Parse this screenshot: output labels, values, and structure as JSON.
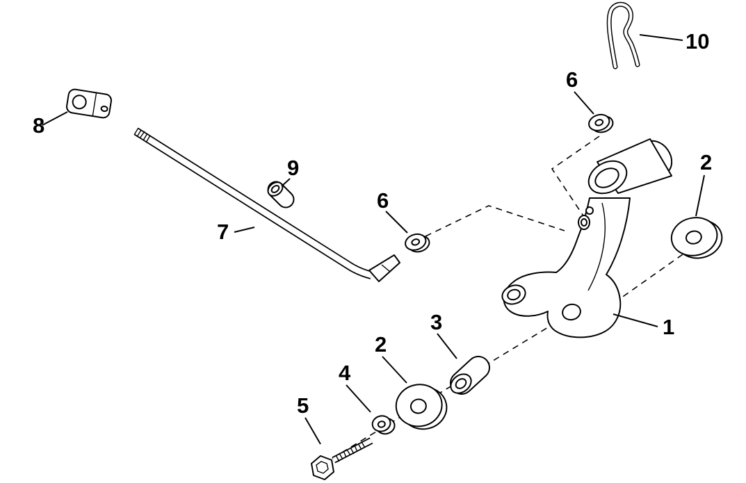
{
  "diagram": {
    "background_color": "#ffffff",
    "line_color": "#000000",
    "callouts": [
      {
        "id": "callout-10",
        "label": "10"
      },
      {
        "id": "callout-6-top",
        "label": "6"
      },
      {
        "id": "callout-2-right",
        "label": "2"
      },
      {
        "id": "callout-8",
        "label": "8"
      },
      {
        "id": "callout-9",
        "label": "9"
      },
      {
        "id": "callout-7",
        "label": "7"
      },
      {
        "id": "callout-6-mid",
        "label": "6"
      },
      {
        "id": "callout-1",
        "label": "1"
      },
      {
        "id": "callout-3",
        "label": "3"
      },
      {
        "id": "callout-2-bottom",
        "label": "2"
      },
      {
        "id": "callout-4",
        "label": "4"
      },
      {
        "id": "callout-5",
        "label": "5"
      }
    ]
  }
}
